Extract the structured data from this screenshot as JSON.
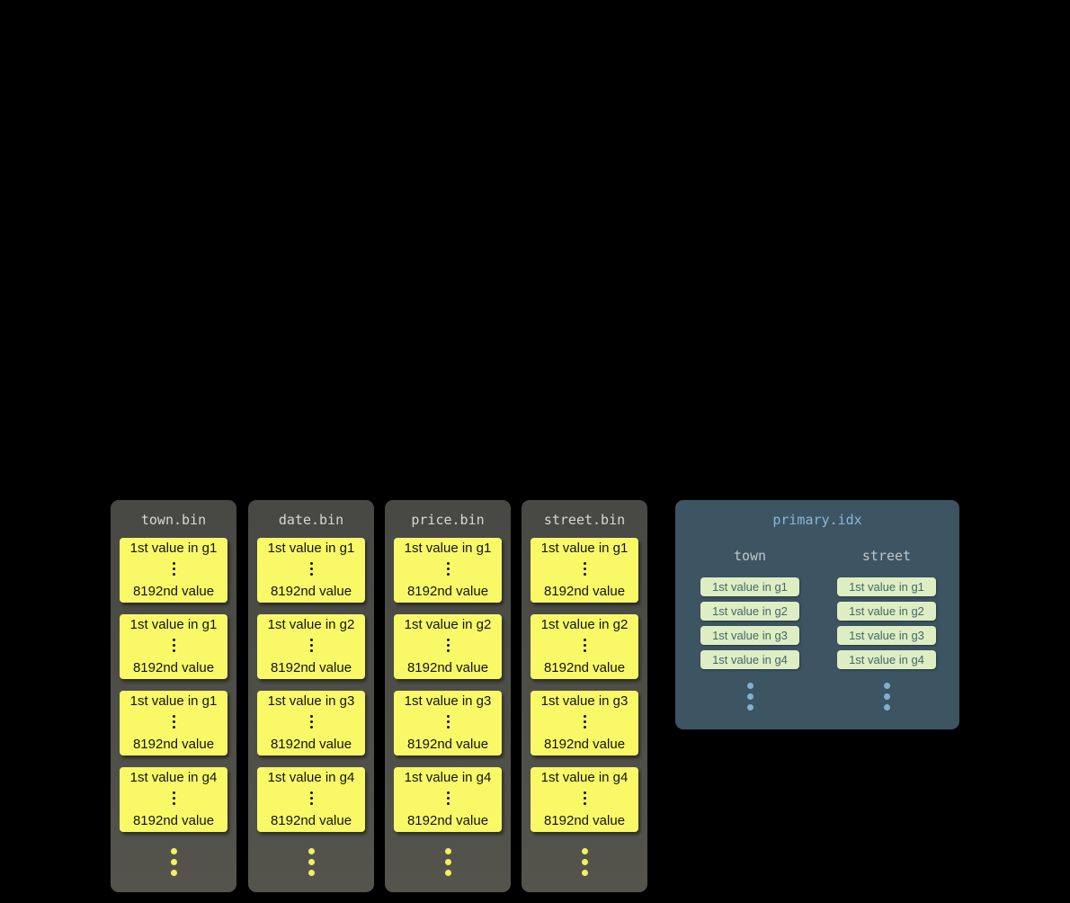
{
  "bins": [
    {
      "title": "town.bin",
      "granules": [
        {
          "first": "1st value in g1",
          "last": "8192nd value"
        },
        {
          "first": "1st value in g1",
          "last": "8192nd value"
        },
        {
          "first": "1st value in g1",
          "last": "8192nd value"
        },
        {
          "first": "1st value in g4",
          "last": "8192nd value"
        }
      ]
    },
    {
      "title": "date.bin",
      "granules": [
        {
          "first": "1st value in g1",
          "last": "8192nd value"
        },
        {
          "first": "1st value in g2",
          "last": "8192nd value"
        },
        {
          "first": "1st value in g3",
          "last": "8192nd value"
        },
        {
          "first": "1st value in g4",
          "last": "8192nd value"
        }
      ]
    },
    {
      "title": "price.bin",
      "granules": [
        {
          "first": "1st value in g1",
          "last": "8192nd value"
        },
        {
          "first": "1st value in g2",
          "last": "8192nd value"
        },
        {
          "first": "1st value in g3",
          "last": "8192nd value"
        },
        {
          "first": "1st value in g4",
          "last": "8192nd value"
        }
      ]
    },
    {
      "title": "street.bin",
      "granules": [
        {
          "first": "1st value in g1",
          "last": "8192nd value"
        },
        {
          "first": "1st value in g2",
          "last": "8192nd value"
        },
        {
          "first": "1st value in g3",
          "last": "8192nd value"
        },
        {
          "first": "1st value in g4",
          "last": "8192nd value"
        }
      ]
    }
  ],
  "index": {
    "title": "primary.idx",
    "columns": [
      {
        "label": "town",
        "entries": [
          "1st value in g1",
          "1st value in g2",
          "1st value in g3",
          "1st value in g4"
        ]
      },
      {
        "label": "street",
        "entries": [
          "1st value in g1",
          "1st value in g2",
          "1st value in g3",
          "1st value in g4"
        ]
      }
    ]
  },
  "colors": {
    "background": "#000000",
    "bin_panel": "#4b4b46",
    "granule_box": "#f9f968",
    "granule_dot": "#f1f063",
    "index_panel": "#3d5463",
    "index_title": "#88b8da",
    "index_entry_bg": "#ddeec3",
    "index_dot": "#7db1d5"
  }
}
